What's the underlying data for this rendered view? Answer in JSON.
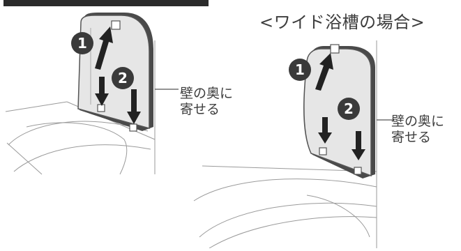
{
  "wide_tub_title": "<ワイド浴槽の場合>",
  "left_figure": {
    "instruction_line1": "壁の奥に",
    "instruction_line2": "寄せる",
    "step_badges": [
      "1",
      "2"
    ]
  },
  "right_figure": {
    "instruction_line1": "壁の奥に",
    "instruction_line2": "寄せる",
    "step_badges": [
      "1",
      "2"
    ]
  },
  "colors": {
    "header_bar": "#2b2b2b",
    "panel_face": "#e6e6e6",
    "panel_edge": "#555555",
    "badge": "#3a3a3a",
    "arrow": "#222222",
    "line_art": "#9a9a9a",
    "text": "#3d3d3d"
  }
}
